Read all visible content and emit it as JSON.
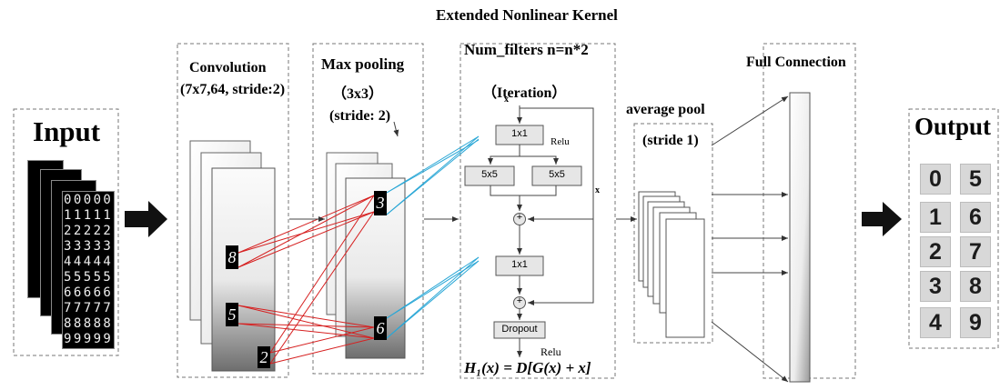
{
  "title": "Extended Nonlinear Kernel",
  "input": {
    "label": "Input",
    "mnist_rows": [
      "0 0 0 0 0",
      "1 1 1 1 1",
      "2 2 2 2 2",
      "3 3 3 3 3",
      "4 4 4 4 4",
      "5 5 5 5 5",
      "6 6 6 6 6",
      "7 7 7 7 7",
      "8 8 8 8 8",
      "9 9 9 9 9"
    ]
  },
  "convolution": {
    "line1": "Convolution",
    "line2": "(7x7,64, stride:2)",
    "patch_digits": [
      "8",
      "5",
      "2"
    ]
  },
  "max_pooling": {
    "line1": "Max pooling",
    "line2": "（3x3）",
    "line3": "(stride: 2)",
    "patch_digits": [
      "3",
      "6"
    ]
  },
  "kernel": {
    "line1": "Num_filters n=n*2",
    "line2": "（Iteration）",
    "conv_1x1_top": "1x1",
    "conv_5x5_left": "5x5",
    "conv_5x5_right": "5x5",
    "conv_1x1_bottom": "1x1",
    "relu_top": "Relu",
    "relu_bottom": "Relu",
    "dropout": "Dropout",
    "plus_symbol": "+",
    "residual_mark_top": "x",
    "residual_mark_right": "x",
    "formula": "H₁(x) = D[G(x) + x]"
  },
  "average_pool": {
    "line1": "average pool",
    "line2": "(stride 1)"
  },
  "full_connection": {
    "label": "Full Connection"
  },
  "output": {
    "label": "Output",
    "digits": [
      "0",
      "5",
      "1",
      "6",
      "2",
      "7",
      "3",
      "8",
      "4",
      "9"
    ]
  }
}
